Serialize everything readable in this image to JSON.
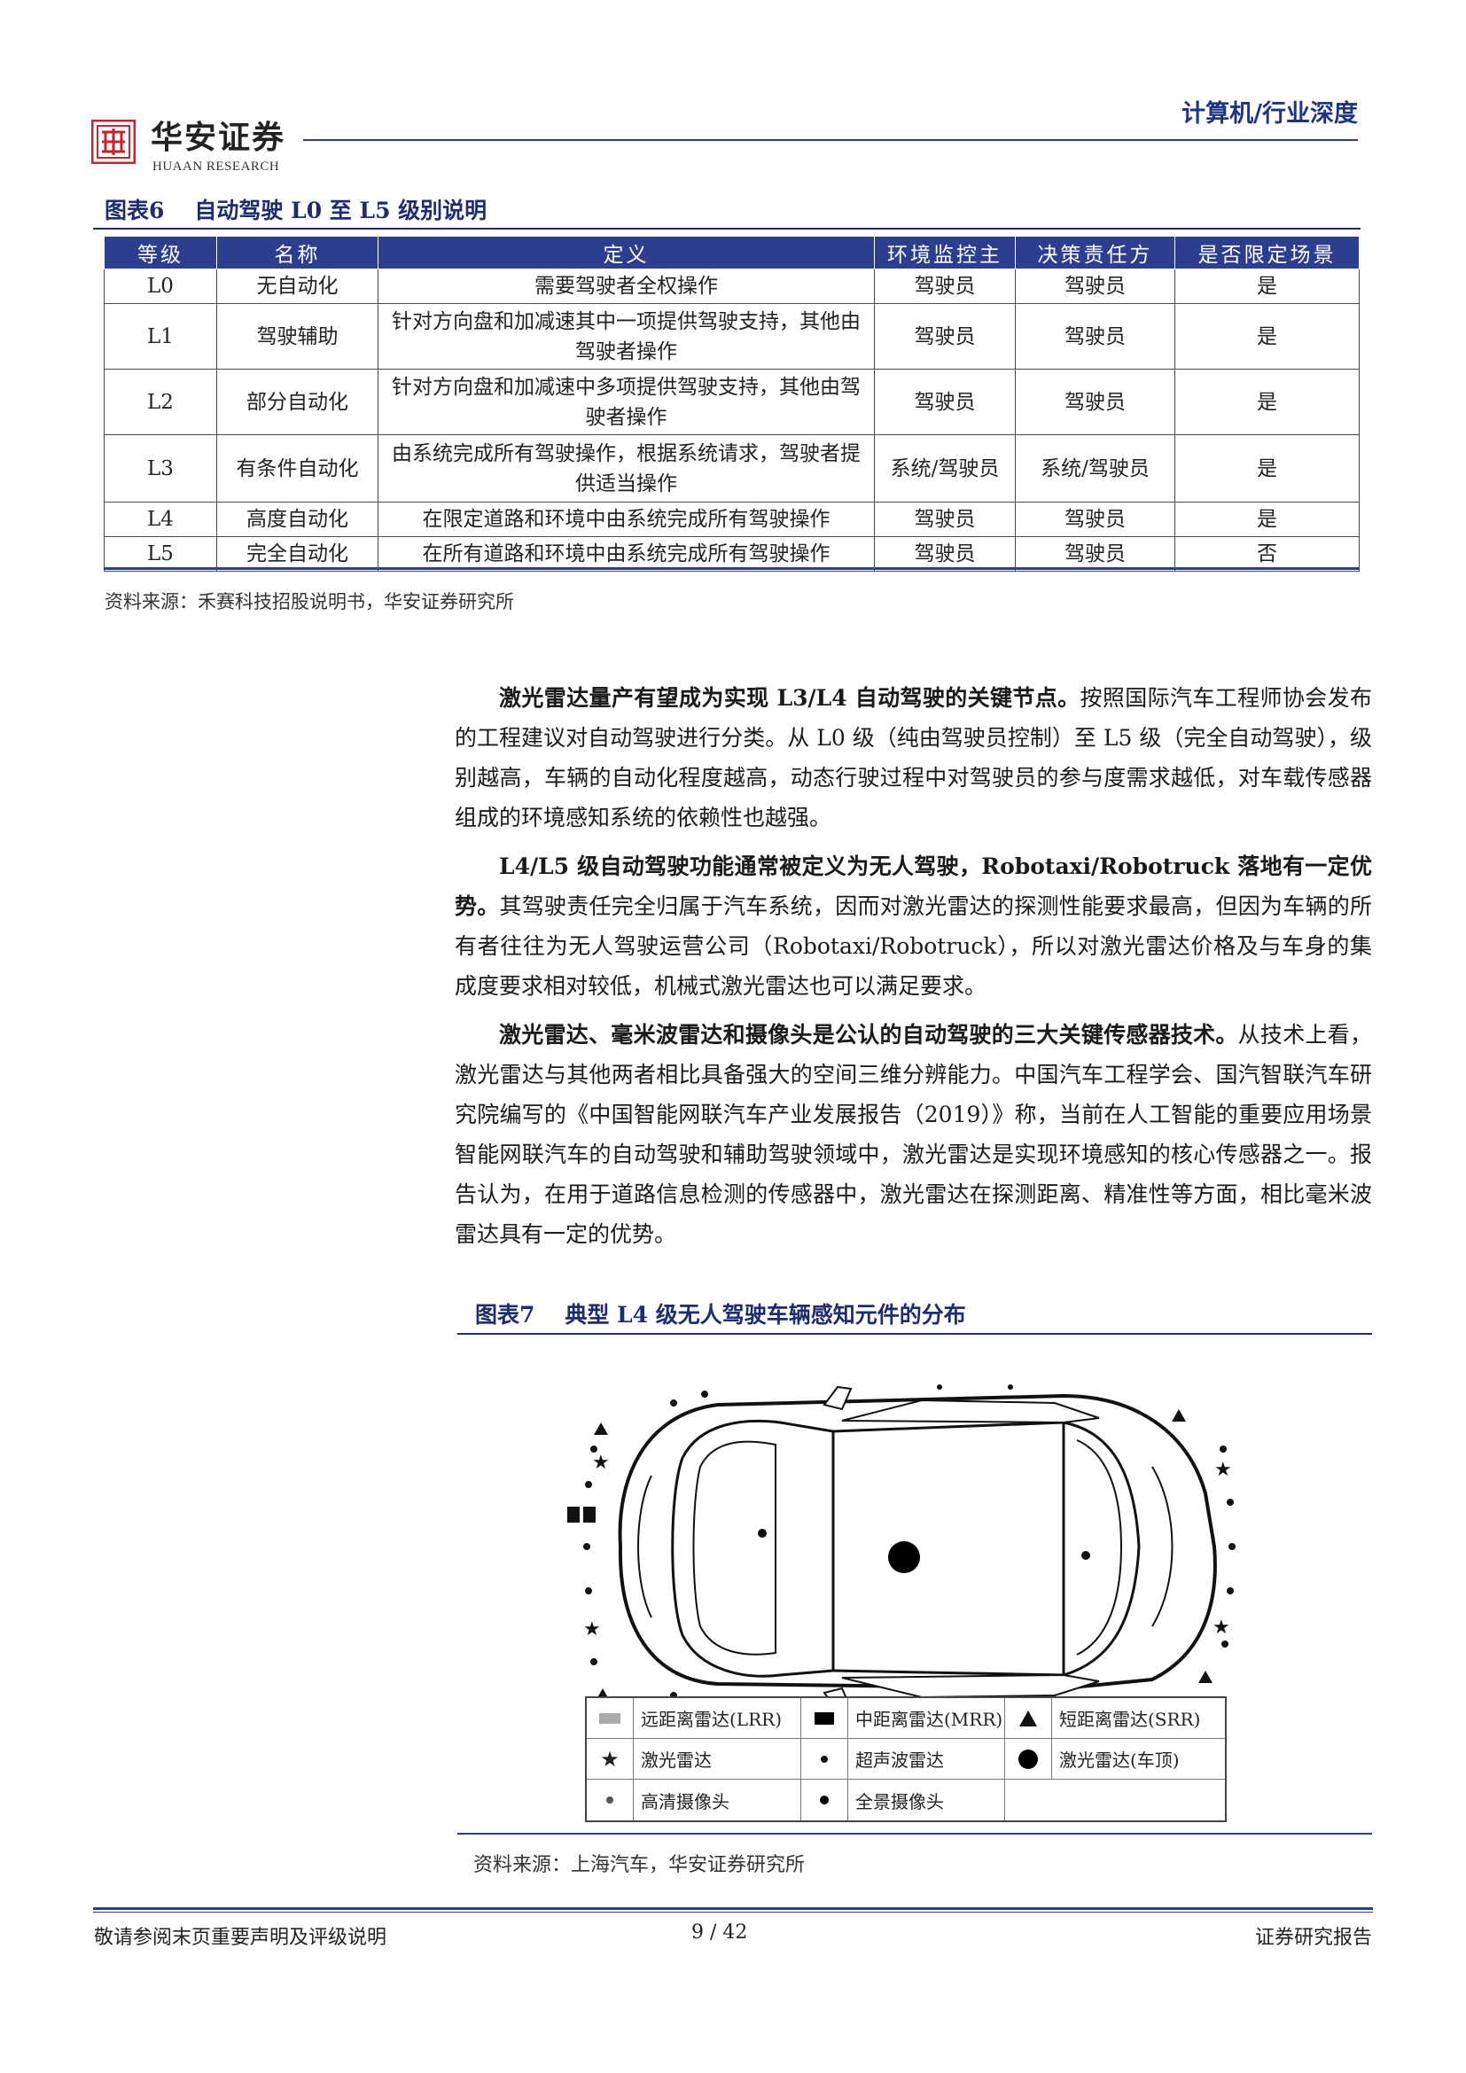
{
  "header": {
    "brand_cn": "华安证券",
    "brand_en": "HUAAN RESEARCH",
    "report_type": "计算机/行业深度"
  },
  "figure6": {
    "number": "图表6",
    "title": "自动驾驶 L0 至 L5 级别说明",
    "columns": [
      "等级",
      "名称",
      "定义",
      "环境监控主",
      "决策责任方",
      "是否限定场景"
    ],
    "rows": [
      {
        "level": "L0",
        "name": "无自动化",
        "definition": "需要驾驶者全权操作",
        "monitor": "驾驶员",
        "responsible": "驾驶员",
        "limited": "是"
      },
      {
        "level": "L1",
        "name": "驾驶辅助",
        "definition": "针对方向盘和加减速其中一项提供驾驶支持，其他由驾驶者操作",
        "monitor": "驾驶员",
        "responsible": "驾驶员",
        "limited": "是"
      },
      {
        "level": "L2",
        "name": "部分自动化",
        "definition": "针对方向盘和加减速中多项提供驾驶支持，其他由驾驶者操作",
        "monitor": "驾驶员",
        "responsible": "驾驶员",
        "limited": "是"
      },
      {
        "level": "L3",
        "name": "有条件自动化",
        "definition": "由系统完成所有驾驶操作，根据系统请求，驾驶者提供适当操作",
        "monitor": "系统/驾驶员",
        "responsible": "系统/驾驶员",
        "limited": "是"
      },
      {
        "level": "L4",
        "name": "高度自动化",
        "definition": "在限定道路和环境中由系统完成所有驾驶操作",
        "monitor": "驾驶员",
        "responsible": "驾驶员",
        "limited": "是"
      },
      {
        "level": "L5",
        "name": "完全自动化",
        "definition": "在所有道路和环境中由系统完成所有驾驶操作",
        "monitor": "驾驶员",
        "responsible": "驾驶员",
        "limited": "否"
      }
    ],
    "source": "资料来源：禾赛科技招股说明书，华安证券研究所"
  },
  "body": {
    "p1_bold": "激光雷达量产有望成为实现 L3/L4 自动驾驶的关键节点。",
    "p1_rest": "按照国际汽车工程师协会发布的工程建议对自动驾驶进行分类。从 L0 级（纯由驾驶员控制）至 L5 级（完全自动驾驶），级别越高，车辆的自动化程度越高，动态行驶过程中对驾驶员的参与度需求越低，对车载传感器组成的环境感知系统的依赖性也越强。",
    "p2_bold": "L4/L5 级自动驾驶功能通常被定义为无人驾驶，Robotaxi/Robotruck 落地有一定优势。",
    "p2_rest": "其驾驶责任完全归属于汽车系统，因而对激光雷达的探测性能要求最高，但因为车辆的所有者往往为无人驾驶运营公司（Robotaxi/Robotruck），所以对激光雷达价格及与车身的集成度要求相对较低，机械式激光雷达也可以满足要求。",
    "p3_bold": "激光雷达、毫米波雷达和摄像头是公认的自动驾驶的三大关键传感器技术。",
    "p3_rest": "从技术上看，激光雷达与其他两者相比具备强大的空间三维分辨能力。中国汽车工程学会、国汽智联汽车研究院编写的《中国智能网联汽车产业发展报告（2019）》称，当前在人工智能的重要应用场景智能网联汽车的自动驾驶和辅助驾驶领域中，激光雷达是实现环境感知的核心传感器之一。报告认为，在用于道路信息检测的传感器中，激光雷达在探测距离、精准性等方面，相比毫米波雷达具有一定的优势。"
  },
  "figure7": {
    "number": "图表7",
    "title": "典型 L4 级无人驾驶车辆感知元件的分布",
    "legend": [
      {
        "icon": "lrr-rect-icon",
        "label": "远距离雷达(LRR)"
      },
      {
        "icon": "mrr-square-icon",
        "label": "中距离雷达(MRR)"
      },
      {
        "icon": "srr-triangle-icon",
        "label": "短距离雷达(SRR)"
      },
      {
        "icon": "lidar-star-icon",
        "label": "激光雷达"
      },
      {
        "icon": "ultrasonic-dot-icon",
        "label": "超声波雷达"
      },
      {
        "icon": "roof-lidar-circle-icon",
        "label": "激光雷达(车顶)"
      },
      {
        "icon": "hd-camera-dot-icon",
        "label": "高清摄像头"
      },
      {
        "icon": "surround-camera-dot-icon",
        "label": "全景摄像头"
      }
    ],
    "source": "资料来源：上海汽车，华安证券研究所"
  },
  "footer": {
    "left": "敬请参阅末页重要声明及评级说明",
    "page": "9 / 42",
    "right": "证券研究报告"
  },
  "colors": {
    "navy": "#2d3e8e",
    "caption": "#1f2d6e",
    "seal_red": "#c4262e"
  }
}
